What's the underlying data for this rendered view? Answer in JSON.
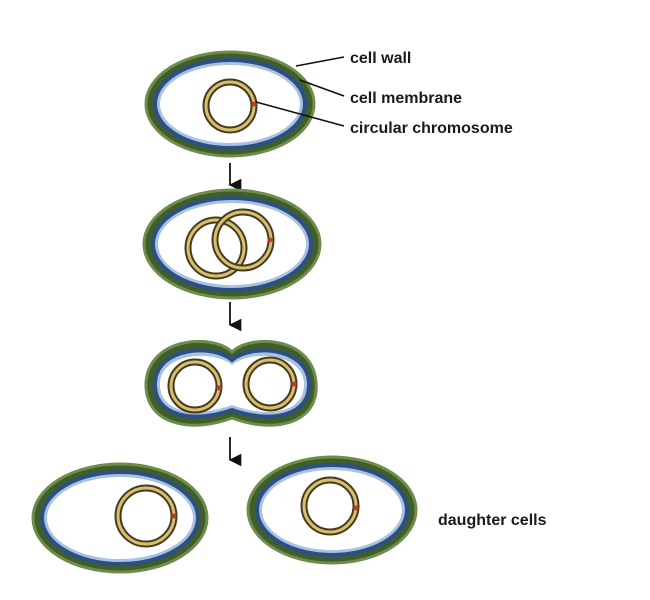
{
  "labels": {
    "cell_wall": "cell wall",
    "cell_membrane": "cell membrane",
    "circular_chromosome": "circular chromosome",
    "daughter_cells": "daughter cells"
  },
  "colors": {
    "cell_wall": "#3f5e2a",
    "cell_wall_highlight": "#6e8c4a",
    "cell_membrane": "#2c4f85",
    "membrane_highlight": "#a9c2e0",
    "cytoplasm": "#ffffff",
    "chromosome_outer": "#4a3a1c",
    "chromosome_inner": "#d4c070",
    "chromosome_mark": "#c0392b",
    "text": "#1a1a1a"
  }
}
